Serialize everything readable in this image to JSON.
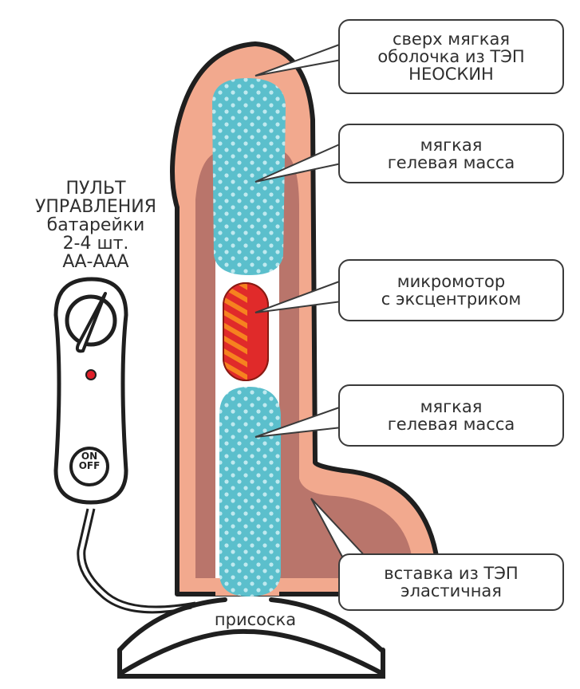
{
  "callouts": [
    {
      "id": "outer-shell",
      "lines": [
        "сверх мягкая",
        "оболочка из ТЭП",
        "НЕОСКИН"
      ]
    },
    {
      "id": "gel-mass-top",
      "lines": [
        "мягкая",
        "гелевая масса"
      ]
    },
    {
      "id": "micromotor",
      "lines": [
        "микромотор",
        "с эксцентриком"
      ]
    },
    {
      "id": "gel-mass-bottom",
      "lines": [
        "мягкая",
        "гелевая масса"
      ]
    },
    {
      "id": "elastic-insert",
      "lines": [
        "вставка из ТЭП",
        "эластичная"
      ]
    }
  ],
  "remote": {
    "label_lines": [
      "ПУЛЬТ",
      "УПРАВЛЕНИЯ",
      "батарейки",
      "2-4 шт.",
      "АА-ААА"
    ],
    "button_lines": [
      "ON",
      "OFF"
    ]
  },
  "suction_label": "присоска",
  "colors": {
    "outline": "#1f1f1f",
    "skin": "#f2a98e",
    "insert": "#b9756b",
    "gel": "#5bbfcc",
    "gel_dots": "#bfe9ef",
    "motor": "#e02a2a",
    "motor_stripes": "#f6821f",
    "led": "#e0202a"
  }
}
